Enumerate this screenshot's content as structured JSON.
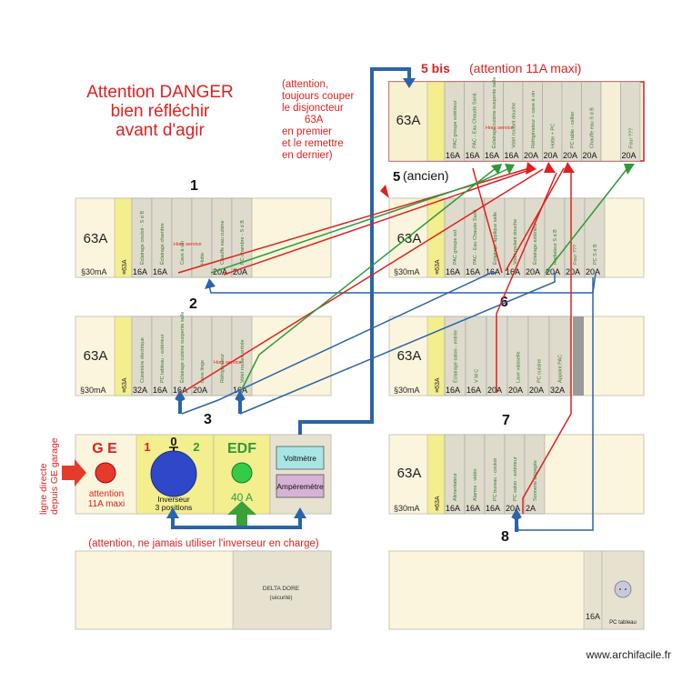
{
  "warning": {
    "title_lines": [
      "Attention DANGER",
      "bien réfléchir",
      "avant d'agir"
    ],
    "note_lines": [
      "(attention,",
      "toujours couper",
      "le disjoncteur",
      "63A",
      "en premier",
      "et le remettre",
      "en dernier)"
    ],
    "inverter_note": "(attention, ne jamais utiliser l'inverseur en charge)",
    "side_note": [
      "ligne directe",
      "depuis GE garage"
    ]
  },
  "panels": {
    "p5bis": {
      "number": "5 bis",
      "note": "(attention 11A maxi)",
      "main_rating": "63A",
      "labels": [
        "PAC groupe extérieur",
        "PAC - Eau Chaude Sanit.",
        "Éclairage cuisine suspente salle",
        "Volet roulant douche",
        "Réfrigérateur + cave à vin",
        "Hotte + PC",
        "PC table - cellier",
        "Chauffe eau S d B",
        "",
        "Four ???"
      ],
      "ratings": [
        "16A",
        "16A",
        "16A",
        "16A",
        "20A",
        "20A",
        "20A",
        "20A",
        "",
        "20A"
      ],
      "hors_service": "Hors service"
    },
    "p5": {
      "number": "5",
      "subtitle": "(ancien)",
      "main_rating": "63A",
      "diff": "§30mA",
      "diff_rating": "≡63A",
      "labels": [
        "PAC groupe ext",
        "PAC - Eau Chaude Sanit",
        "Éclairage applique salle",
        "Volet roulant douche",
        "Éclairage extérieur",
        "Radiateur S d B",
        "Four ???",
        "PC S d B"
      ],
      "ratings": [
        "16A",
        "16A",
        "16A",
        "16A",
        "20A",
        "20A",
        "20A",
        "20A"
      ]
    },
    "p1": {
      "number": "1",
      "main_rating": "63A",
      "diff": "§30mA",
      "diff_rating": "≡63A",
      "labels": [
        "Éclairage couloir - S d B",
        "Éclairage chambre",
        "Cave à vin",
        "Hotte",
        "Chauffe eau cuisine",
        "PC chambre - S d B"
      ],
      "ratings": [
        "16A",
        "16A",
        "",
        "",
        "20A",
        "20A"
      ],
      "hors_service": "Hors service"
    },
    "p2": {
      "number": "2",
      "main_rating": "63A",
      "diff": "§30mA",
      "diff_rating": "≡63A",
      "labels": [
        "Cuisinière électrique",
        "PC tableau - extérieur",
        "Éclairage cuisine suspente salle",
        "Lave linge",
        "Réfrigérateur",
        "Volet roulant entrée"
      ],
      "ratings": [
        "32A",
        "16A",
        "16A",
        "20A",
        "",
        "16A"
      ],
      "hors_service": "Hors service"
    },
    "p6": {
      "number": "6",
      "main_rating": "63A",
      "diff": "§30mA",
      "diff_rating": "≡63A",
      "labels": [
        "Éclairage salon - entrée",
        "V M C",
        "",
        "Lave vaisselle",
        "PC cuisine",
        "Appoint PAC"
      ],
      "ratings": [
        "16A",
        "16A",
        "20A",
        "20A",
        "20A",
        "32A"
      ]
    },
    "p7": {
      "number": "7",
      "main_rating": "63A",
      "diff": "§30mA",
      "diff_rating": "≡63A",
      "labels": [
        "Alimentateur",
        "Alarme - vidéo",
        "PC bureau - couloir",
        "PC salon - extérieur",
        "Sonnerie dégagée"
      ],
      "ratings": [
        "16A",
        "16A",
        "16A",
        "20A",
        "2A"
      ]
    },
    "p8": {
      "number": "8",
      "label_left": "16A",
      "label_right": "PC tableau"
    },
    "delta": {
      "title": "DELTA DORE",
      "subtitle": "(sécurité)"
    }
  },
  "inverter_panel": {
    "ge_label": "G E",
    "ge_note": [
      "attention",
      "11A maxi"
    ],
    "pos_left": "1",
    "pos_zero": "0",
    "pos_right": "2",
    "knob_caption": [
      "Inverseur",
      "3 positions"
    ],
    "edf_label": "EDF",
    "edf_rating": "40 A",
    "voltmeter": "Voltmètre",
    "ammeter": "Ampèremètre"
  },
  "labels": {
    "num3": "3"
  },
  "footer": "www.archifacile.fr",
  "colors": {
    "red": "#e02020",
    "green": "#2f9a3a",
    "blue": "#2a64a8",
    "dark_red": "#cc1a1a",
    "panel": "#fbf5dd",
    "yellow": "#f3ee8e",
    "module": "#d9d9cc"
  }
}
